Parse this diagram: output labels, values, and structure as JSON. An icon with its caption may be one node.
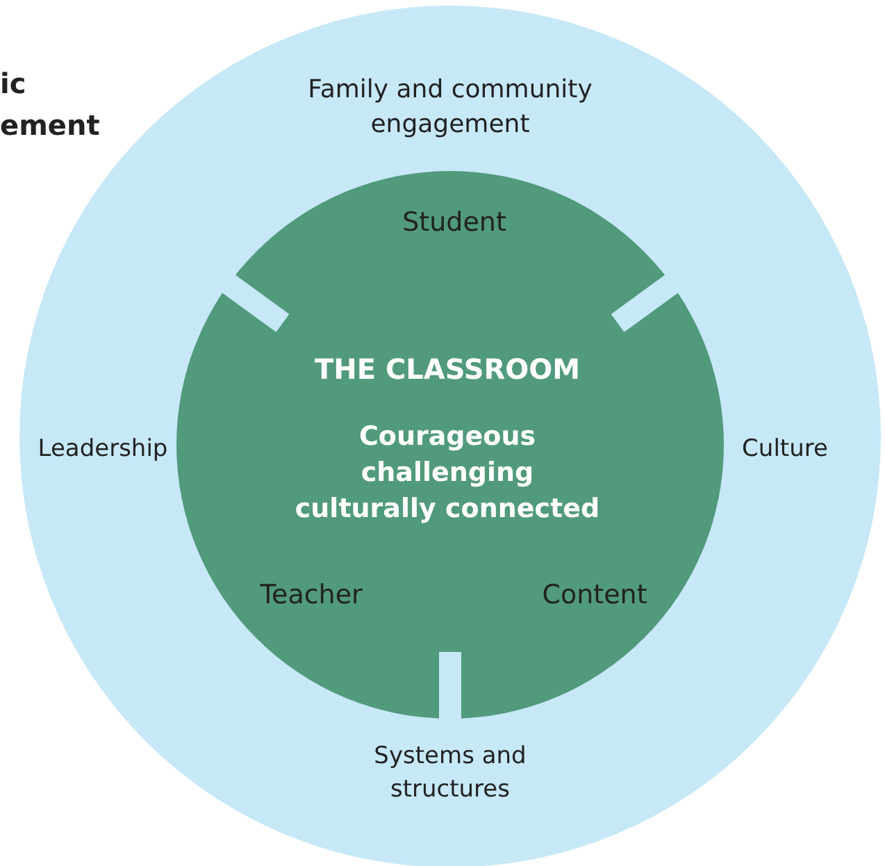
{
  "diagram": {
    "nodes": [
      {
        "text": [
          "Family and community engagement",
          "Leadership",
          "Culture",
          "Systems and structures"
        ]
      },
      {
        "text": [
          "Student",
          "THE CLASSROOM",
          "Courageous challenging culturally connected",
          "Teacher",
          "Content"
        ],
        "in": 0
      }
    ],
    "labels": [
      "ic",
      "ement"
    ]
  }
}
